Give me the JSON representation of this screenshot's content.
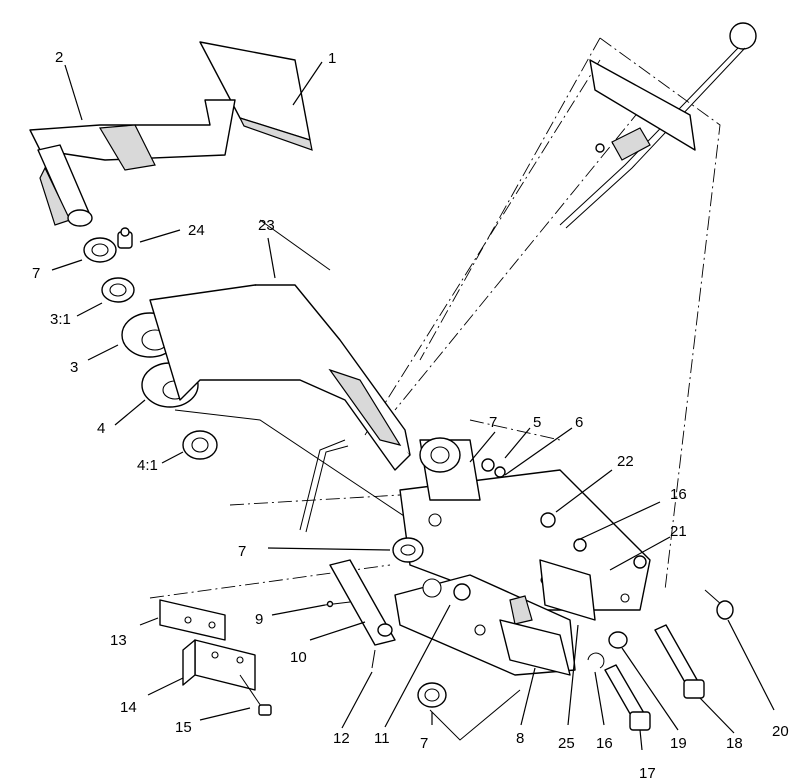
{
  "diagram": {
    "type": "exploded-parts-view",
    "callouts": {
      "c1": "1",
      "c2": "2",
      "c3": "3",
      "c3_1": "3:1",
      "c4": "4",
      "c4_1": "4:1",
      "c5": "5",
      "c6": "6",
      "c7a": "7",
      "c7b": "7",
      "c7c": "7",
      "c7d": "7",
      "c8": "8",
      "c9": "9",
      "c10": "10",
      "c11": "11",
      "c12": "12",
      "c13": "13",
      "c14": "14",
      "c15": "15",
      "c16a": "16",
      "c16b": "16",
      "c17": "17",
      "c18": "18",
      "c19": "19",
      "c20": "20",
      "c21": "21",
      "c22": "22",
      "c23": "23",
      "c24": "24",
      "c25": "25"
    }
  }
}
